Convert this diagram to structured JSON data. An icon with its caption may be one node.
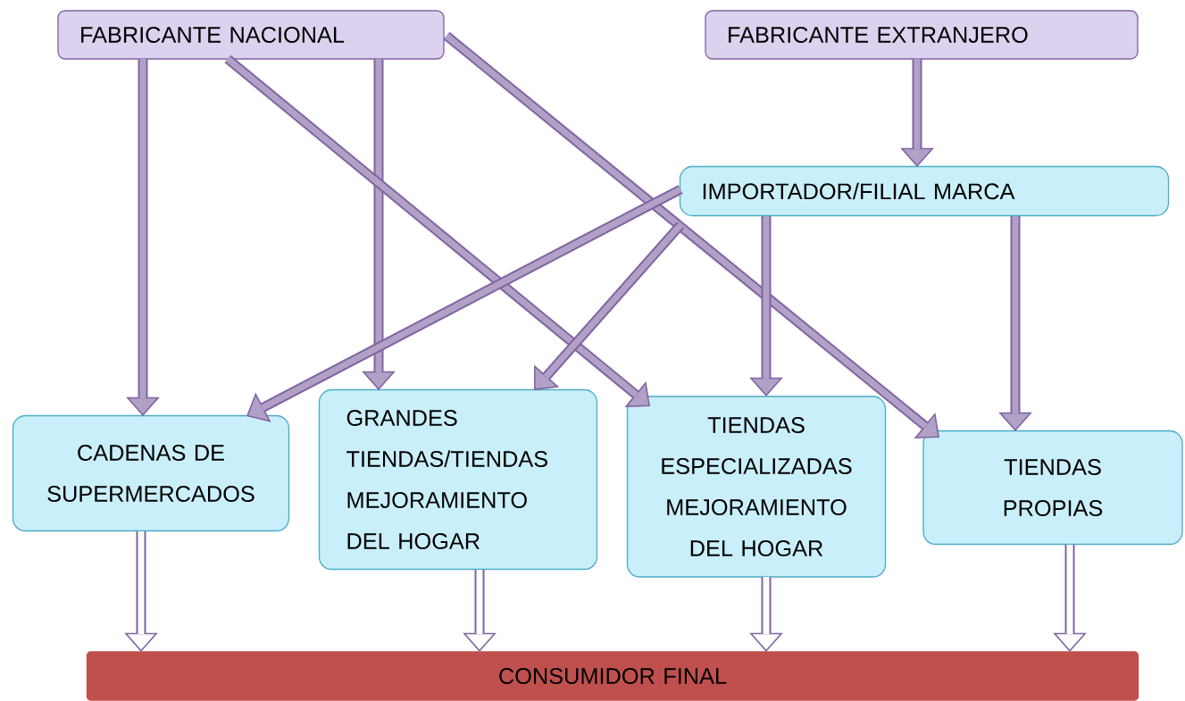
{
  "diagram": {
    "nodes": [
      {
        "text": [
          "FABRICANTE NACIONAL"
        ]
      },
      {
        "text": [
          "FABRICANTE EXTRANJERO"
        ]
      },
      {
        "text": [
          "IMPORTADOR/FILIAL MARCA"
        ]
      },
      {
        "text": [
          "CADENAS DE SUPERMERCADOS"
        ]
      },
      {
        "text": [
          "GRANDES TIENDAS/TIENDAS MEJORAMIENTO DEL HOGAR"
        ]
      },
      {
        "text": [
          "TIENDAS ESPECIALIZADAS MEJORAMIENTO DEL HOGAR"
        ]
      },
      {
        "text": [
          "TIENDAS PROPIAS"
        ]
      },
      {
        "text": [
          "CONSUMIDOR FINAL"
        ]
      }
    ],
    "edges": [
      {
        "from": 0,
        "to": 3,
        "arrow": "to"
      },
      {
        "from": 0,
        "to": 4,
        "arrow": "to"
      },
      {
        "from": 0,
        "to": 5,
        "arrow": "to"
      },
      {
        "from": 0,
        "to": 6,
        "arrow": "to"
      },
      {
        "from": 1,
        "to": 2,
        "arrow": "to"
      },
      {
        "from": 2,
        "to": 3,
        "arrow": "to"
      },
      {
        "from": 2,
        "to": 4,
        "arrow": "to"
      },
      {
        "from": 2,
        "to": 5,
        "arrow": "to"
      },
      {
        "from": 2,
        "to": 6,
        "arrow": "to"
      },
      {
        "from": 3,
        "to": 7,
        "arrow": "to",
        "color": "#ffffff"
      },
      {
        "from": 4,
        "to": 7,
        "arrow": "to",
        "color": "#ffffff"
      },
      {
        "from": 5,
        "to": 7,
        "arrow": "to",
        "color": "#ffffff"
      },
      {
        "from": 6,
        "to": 7,
        "arrow": "to",
        "color": "#ffffff"
      }
    ]
  }
}
